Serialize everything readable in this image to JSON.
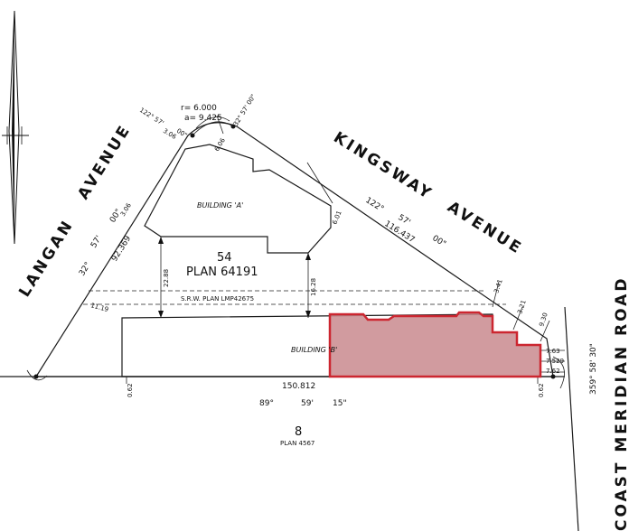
{
  "streets": {
    "langan": "LANGAN",
    "langan_avenue": "AVENUE",
    "kingsway": "KINGSWAY",
    "kingsway_avenue": "AVENUE",
    "coast_meridian": "COAST MERIDIAN ROAD"
  },
  "lot": {
    "number": "54",
    "plan": "PLAN 64191"
  },
  "buildings": {
    "a": "BUILDING 'A'",
    "b": "BUILDING 'B'"
  },
  "srw": "S.R.W. PLAN LMP42675",
  "south": {
    "lot": "8",
    "plan": "PLAN 4567"
  },
  "dimensions": {
    "curve_r": "r= 6.000",
    "curve_a": "a= 9.425",
    "corner_left_bearing": "122° 57'",
    "corner_left_min": "00\"",
    "corner_left_dist": "3.06",
    "corner_right_bearing": "32° 57' 00\"",
    "corner_right_dist": "6.06",
    "west_bearing_deg": "32°",
    "west_bearing_min": "57'",
    "west_bearing_sec": "00\"",
    "west_dist": "92.369",
    "west_offset": "3.06",
    "kingsway_bearing_deg": "122°",
    "kingsway_bearing_min": "57'",
    "kingsway_bearing_sec": "00\"",
    "kingsway_dist": "116.437",
    "bldg_a_setback": "6.01",
    "lot_depth_left": "22.88",
    "lot_depth_mid": "16.28",
    "srw_offset": "11.19",
    "east_1": "3.41",
    "east_2": "3.21",
    "east_3": "9.30",
    "east_4": "7.63",
    "east_5": "7.529",
    "east_6": "7.62",
    "east_bearing": "359° 58' 30\"",
    "south_dist": "150.812",
    "south_bearing_deg": "89°",
    "south_bearing_min": "59'",
    "south_bearing_sec": "15\"",
    "south_left": "0.62",
    "south_right": "0.62"
  },
  "colors": {
    "highlight_fill": "#c98a8e",
    "highlight_stroke": "#cc2630"
  }
}
